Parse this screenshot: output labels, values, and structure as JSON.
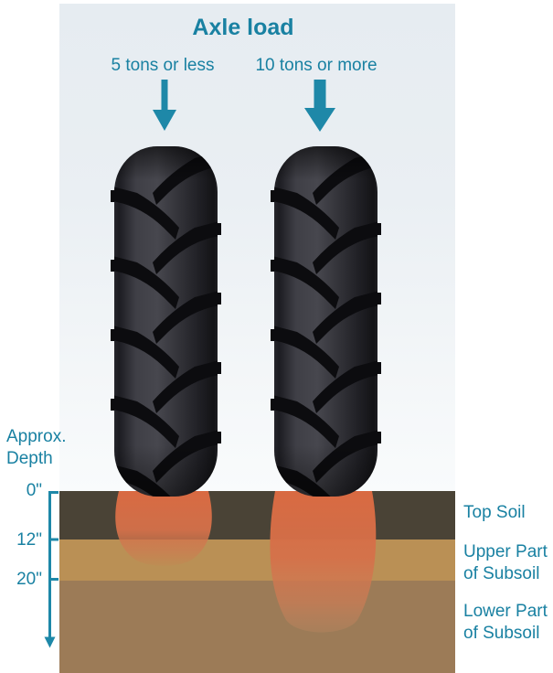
{
  "title": "Axle load",
  "loads": [
    {
      "label": "5 tons or less",
      "arrow": "thin-down-arrow"
    },
    {
      "label": "10 tons or more",
      "arrow": "thick-down-arrow"
    }
  ],
  "depth_scale": {
    "label": "Approx.\nDepth",
    "ticks": [
      "0\"",
      "12\"",
      "20\""
    ]
  },
  "soil_layers": [
    {
      "label": "Top Soil",
      "color": "#4a4336"
    },
    {
      "label": "Upper Part of Subsoil",
      "color": "#ba9055"
    },
    {
      "label": "Lower Part of Subsoil",
      "color": "#9c7b57"
    }
  ],
  "colors": {
    "teal_text": "#1981a2",
    "teal_arrow": "#1e88a8",
    "compaction_orange": "#d96a42",
    "sky_top": "#e6ecf1",
    "sky_bottom": "#f9fbfc",
    "tire_dark": "#1c1c21"
  }
}
